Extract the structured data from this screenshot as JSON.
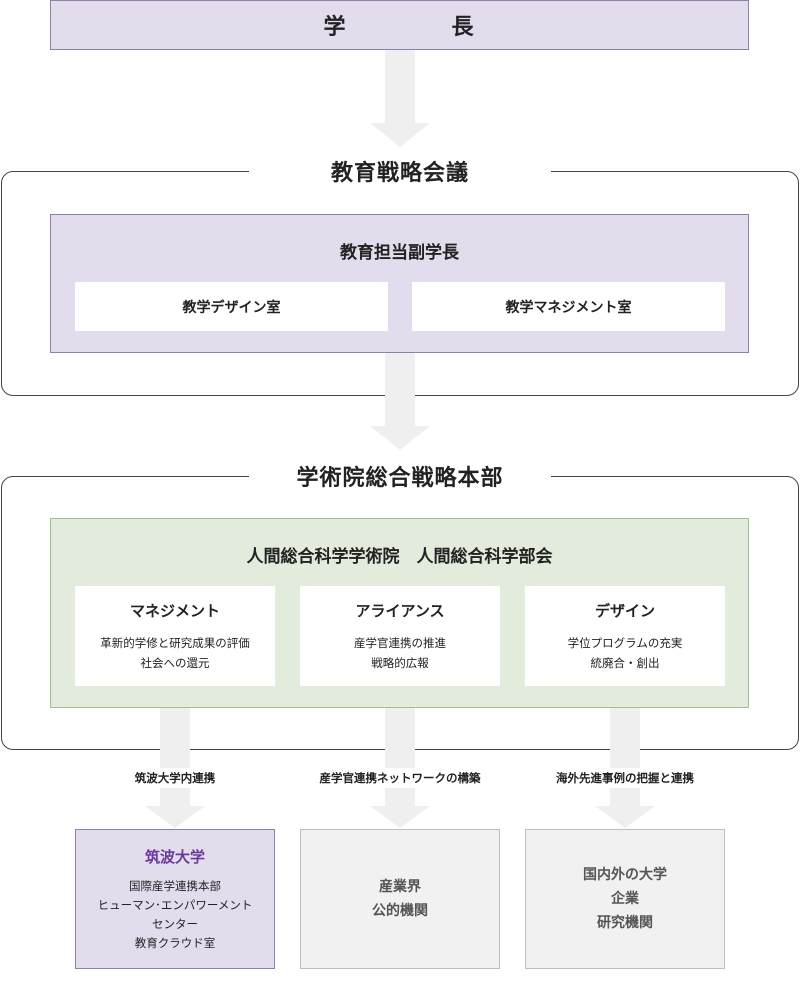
{
  "president": {
    "char1": "学",
    "char2": "長"
  },
  "education_strategy": {
    "title": "教育戦略会議",
    "vice_president": "教育担当副学長",
    "offices": [
      "教学デザイン室",
      "教学マネジメント室"
    ]
  },
  "academic_hq": {
    "title": "学術院総合戦略本部",
    "division": "人間総合科学学術院　人間総合科学部会",
    "cards": [
      {
        "title": "マネジメント",
        "lines": [
          "革新的学修と研究成果の評価",
          "社会への還元"
        ]
      },
      {
        "title": "アライアンス",
        "lines": [
          "産学官連携の推進",
          "戦略的広報"
        ]
      },
      {
        "title": "デザイン",
        "lines": [
          "学位プログラムの充実",
          "統廃合・創出"
        ]
      }
    ]
  },
  "connectors": [
    "筑波大学内連携",
    "産学官連携ネットワークの構築",
    "海外先進事例の把握と連携"
  ],
  "bottom": {
    "tsukuba": {
      "title": "筑波大学",
      "lines": [
        "国際産学連携本部",
        "ヒューマン･エンパワーメント",
        "センター",
        "教育クラウド室"
      ]
    },
    "industry": {
      "lines": [
        "産業界",
        "公的機関"
      ]
    },
    "external": {
      "lines": [
        "国内外の大学",
        "企業",
        "研究機関"
      ]
    }
  }
}
